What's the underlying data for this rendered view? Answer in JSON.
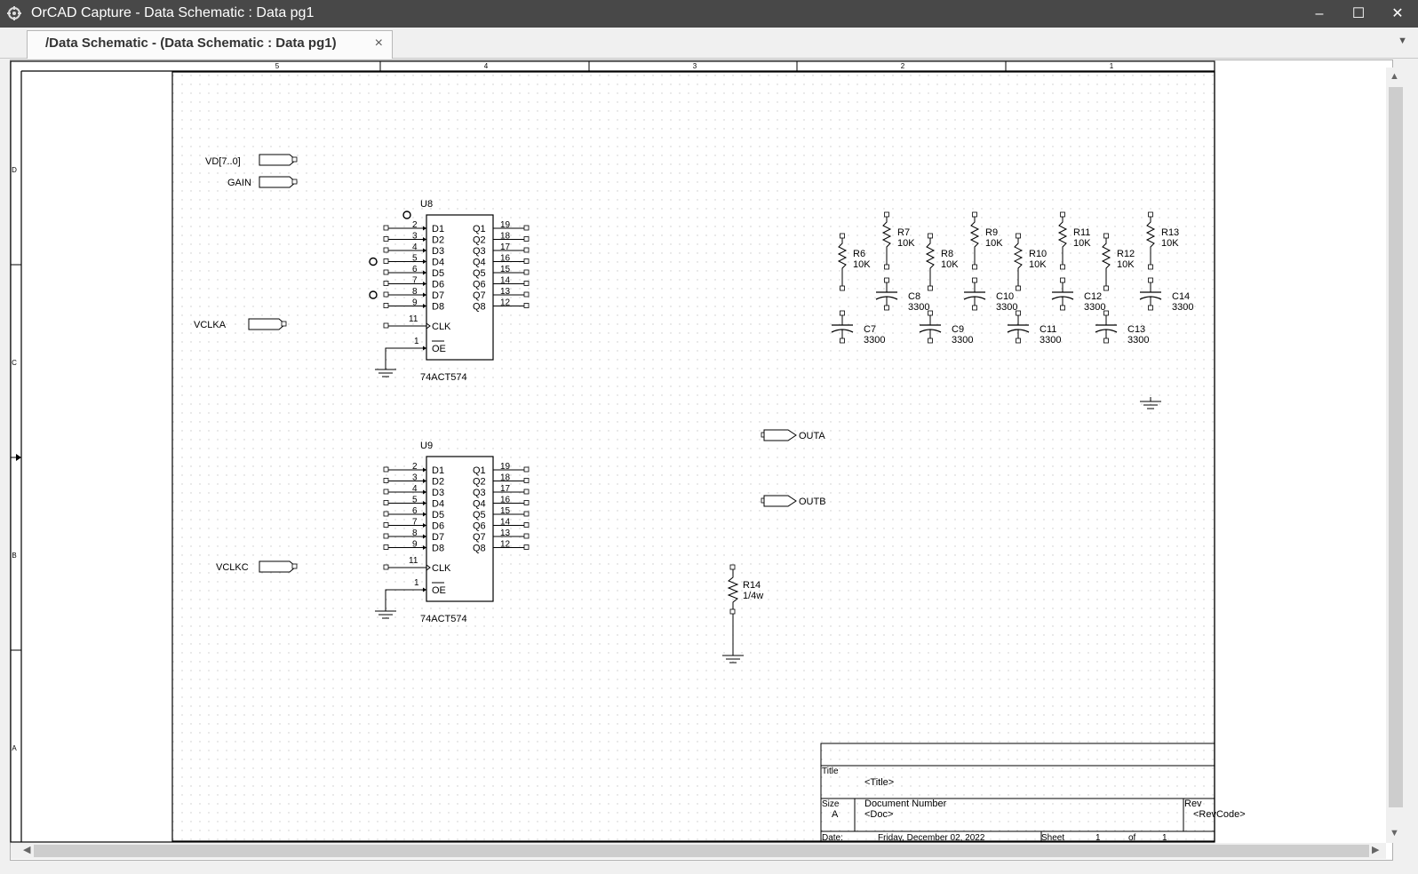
{
  "window": {
    "title": "OrCAD Capture - Data Schematic : Data pg1",
    "minimize": "–",
    "maximize": "☐",
    "close": "✕"
  },
  "tab": {
    "label": "/Data Schematic - (Data Schematic : Data pg1)",
    "close": "×",
    "dropdown": "▼"
  },
  "border": {
    "columns": [
      "5",
      "4",
      "3",
      "2",
      "1"
    ],
    "rows": [
      "D",
      "C",
      "B",
      "A"
    ]
  },
  "ports": {
    "vd": "VD[7..0]",
    "gain": "GAIN",
    "vclka": "VCLKA",
    "vclkc": "VCLKC",
    "outa": "OUTA",
    "outb": "OUTB"
  },
  "u8": {
    "ref": "U8",
    "part": "74ACT574",
    "d_pins": [
      "2",
      "3",
      "4",
      "5",
      "6",
      "7",
      "8",
      "9"
    ],
    "d_labels": [
      "D1",
      "D2",
      "D3",
      "D4",
      "D5",
      "D6",
      "D7",
      "D8"
    ],
    "q_labels": [
      "Q1",
      "Q2",
      "Q3",
      "Q4",
      "Q5",
      "Q6",
      "Q7",
      "Q8"
    ],
    "q_pins": [
      "19",
      "18",
      "17",
      "16",
      "15",
      "14",
      "13",
      "12"
    ],
    "clk_pin": "11",
    "clk": "CLK",
    "oe_pin": "1",
    "oe": "OE"
  },
  "u9": {
    "ref": "U9",
    "part": "74ACT574",
    "d_pins": [
      "2",
      "3",
      "4",
      "5",
      "6",
      "7",
      "8",
      "9"
    ],
    "d_labels": [
      "D1",
      "D2",
      "D3",
      "D4",
      "D5",
      "D6",
      "D7",
      "D8"
    ],
    "q_labels": [
      "Q1",
      "Q2",
      "Q3",
      "Q4",
      "Q5",
      "Q6",
      "Q7",
      "Q8"
    ],
    "q_pins": [
      "19",
      "18",
      "17",
      "16",
      "15",
      "14",
      "13",
      "12"
    ],
    "clk_pin": "11",
    "clk": "CLK",
    "oe_pin": "1",
    "oe": "OE"
  },
  "resistors": [
    {
      "ref": "R6",
      "value": "10K"
    },
    {
      "ref": "R7",
      "value": "10K"
    },
    {
      "ref": "R8",
      "value": "10K"
    },
    {
      "ref": "R9",
      "value": "10K"
    },
    {
      "ref": "R10",
      "value": "10K"
    },
    {
      "ref": "R11",
      "value": "10K"
    },
    {
      "ref": "R12",
      "value": "10K"
    },
    {
      "ref": "R13",
      "value": "10K"
    }
  ],
  "capacitors": [
    {
      "ref": "C7",
      "value": "3300"
    },
    {
      "ref": "C8",
      "value": "3300"
    },
    {
      "ref": "C9",
      "value": "3300"
    },
    {
      "ref": "C10",
      "value": "3300"
    },
    {
      "ref": "C11",
      "value": "3300"
    },
    {
      "ref": "C12",
      "value": "3300"
    },
    {
      "ref": "C13",
      "value": "3300"
    },
    {
      "ref": "C14",
      "value": "3300"
    }
  ],
  "r14": {
    "ref": "R14",
    "value": "1/4w"
  },
  "titleblock": {
    "title_label": "Title",
    "title_value": "<Title>",
    "size_label": "Size",
    "size_value": "A",
    "docnum_label": "Document Number",
    "docnum_value": "<Doc>",
    "rev_label": "Rev",
    "rev_value": "<RevCode>",
    "date_label": "Date:",
    "date_value": "Friday, December 02, 2022",
    "sheet_label": "Sheet",
    "sheet_value": "1",
    "of_label": "of",
    "of_value": "1"
  },
  "colors": {
    "titlebar": "#484848",
    "wire": "#000000",
    "grid": "#c8c8c8"
  }
}
